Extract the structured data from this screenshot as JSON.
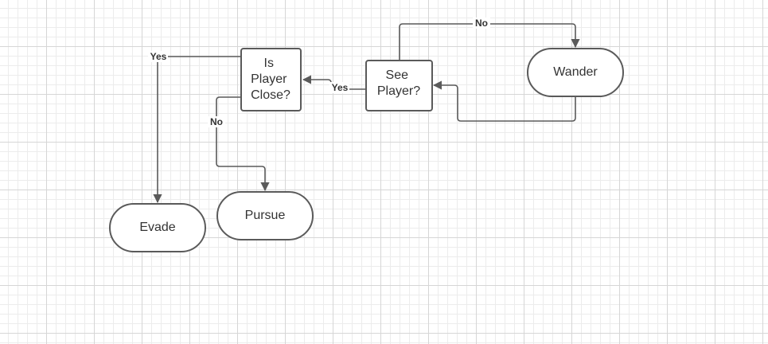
{
  "diagram": {
    "nodes": {
      "wander": {
        "label": "Wander"
      },
      "see_player": {
        "lines": [
          "See",
          "Player?"
        ]
      },
      "is_player_close": {
        "lines": [
          "Is",
          "Player",
          "Close?"
        ]
      },
      "evade": {
        "label": "Evade"
      },
      "pursue": {
        "label": "Pursue"
      }
    },
    "edges": {
      "see_no": "No",
      "see_yes": "Yes",
      "close_yes": "Yes",
      "close_no": "No"
    }
  },
  "colors": {
    "stroke": "#5a5a5a",
    "text": "#333333",
    "grid": "#d6d6d6"
  }
}
